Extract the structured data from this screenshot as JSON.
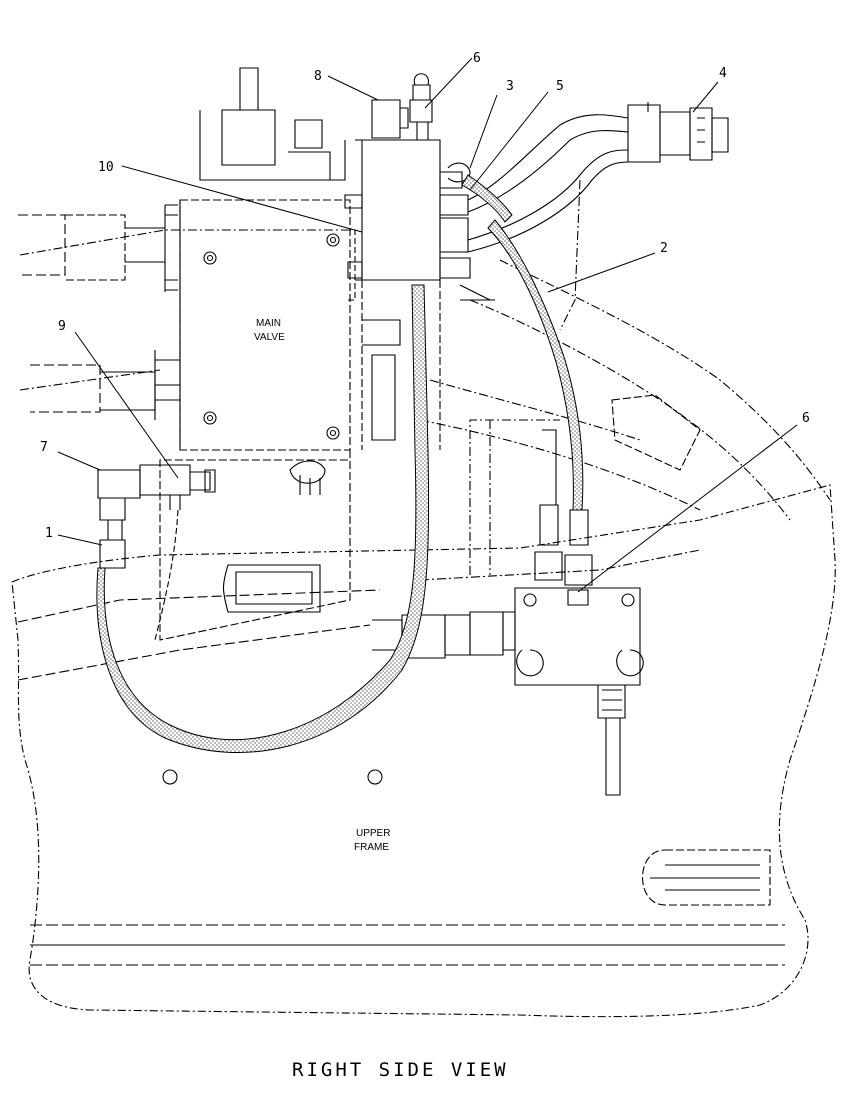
{
  "diagram": {
    "caption": "RIGHT SIDE VIEW",
    "main_valve_label": [
      "MAIN",
      "VALVE"
    ],
    "upper_frame_label": [
      "UPPER",
      "FRAME"
    ],
    "callouts": [
      {
        "id": "callout-1",
        "number": "1"
      },
      {
        "id": "callout-2",
        "number": "2"
      },
      {
        "id": "callout-3",
        "number": "3"
      },
      {
        "id": "callout-4",
        "number": "4"
      },
      {
        "id": "callout-5",
        "number": "5"
      },
      {
        "id": "callout-6a",
        "number": "6"
      },
      {
        "id": "callout-6b",
        "number": "6"
      },
      {
        "id": "callout-7",
        "number": "7"
      },
      {
        "id": "callout-8",
        "number": "8"
      },
      {
        "id": "callout-9",
        "number": "9"
      },
      {
        "id": "callout-10",
        "number": "10"
      }
    ],
    "colors": {
      "ink": "#000000",
      "background": "#ffffff",
      "hose_fill": "#bdbdbd"
    }
  }
}
